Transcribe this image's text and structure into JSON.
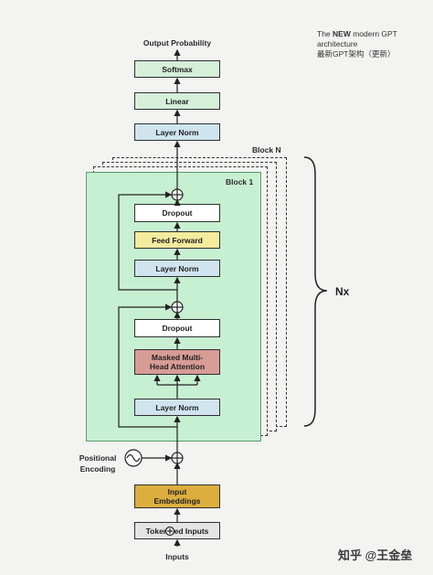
{
  "title": {
    "line1_prefix": "The ",
    "line1_bold": "NEW",
    "line1_suffix": " modern GPT",
    "line2": "architecture",
    "line3": "最新GPT架构（更新）"
  },
  "labels": {
    "output": "Output Probability",
    "softmax": "Softmax",
    "linear": "Linear",
    "final_norm": "Layer Norm",
    "block_n": "Block N",
    "block_1": "Block 1",
    "nx": "Nx",
    "dropout_top": "Dropout",
    "feed_forward": "Feed Forward",
    "norm_ff": "Layer Norm",
    "dropout_attn": "Dropout",
    "attention": "Masked Multi-Head Attention",
    "norm_attn": "Layer Norm",
    "positional": "Positional Encoding",
    "input_embeddings": "Input Embeddings",
    "tokenized_inputs": "Tokenized Inputs",
    "inputs": "Inputs"
  },
  "watermark": "知乎 @王金垒",
  "colors": {
    "block_fill": "#c7f0d2",
    "block_border": "#5a9a6a",
    "output_box": "#d5efd9",
    "norm_box": "#cfe4ee",
    "feed_forward_box": "#f4eb9f",
    "attention_box": "#d79c96",
    "embedding_box": "#dcae3f",
    "token_box": "#e4e4e4"
  }
}
